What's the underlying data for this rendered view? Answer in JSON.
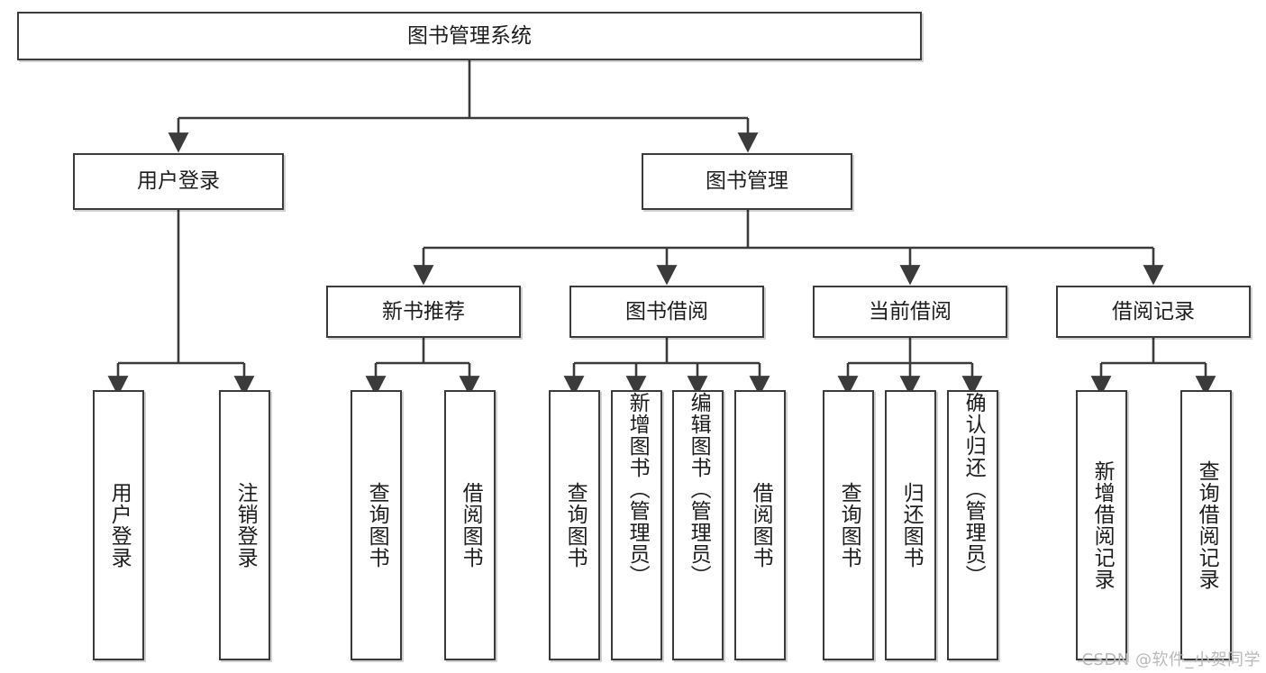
{
  "diagram": {
    "title": "图书管理系统",
    "type": "tree",
    "watermark": "CSDN @软件_小贺同学",
    "colors": {
      "box_border": "#3b3b3b",
      "box_fill": "#ffffff",
      "connector": "#3b3b3b",
      "text": "#1d1d1d",
      "watermark": "#b9b9b9"
    },
    "levels": {
      "root": {
        "label": "图书管理系统"
      },
      "level2": [
        {
          "id": "user-login",
          "label": "用户登录"
        },
        {
          "id": "book-management",
          "label": "图书管理"
        }
      ],
      "level3": [
        {
          "id": "new-book-recommend",
          "label": "新书推荐",
          "parent": "book-management"
        },
        {
          "id": "book-borrow",
          "label": "图书借阅",
          "parent": "book-management"
        },
        {
          "id": "current-borrow",
          "label": "当前借阅",
          "parent": "book-management"
        },
        {
          "id": "borrow-record",
          "label": "借阅记录",
          "parent": "book-management"
        }
      ],
      "leaves": [
        {
          "id": "leaf-user-login",
          "label": "用户登录",
          "parent": "user-login"
        },
        {
          "id": "leaf-user-logout",
          "label": "注销登录",
          "parent": "user-login"
        },
        {
          "id": "leaf-query-book-1",
          "label": "查询图书",
          "parent": "new-book-recommend"
        },
        {
          "id": "leaf-borrow-book-1",
          "label": "借阅图书",
          "parent": "new-book-recommend"
        },
        {
          "id": "leaf-query-book-2",
          "label": "查询图书",
          "parent": "book-borrow"
        },
        {
          "id": "leaf-add-book",
          "label": "新增图书（管理员）",
          "parent": "book-borrow"
        },
        {
          "id": "leaf-edit-book",
          "label": "编辑图书（管理员）",
          "parent": "book-borrow"
        },
        {
          "id": "leaf-borrow-book-2",
          "label": "借阅图书",
          "parent": "book-borrow"
        },
        {
          "id": "leaf-query-book-3",
          "label": "查询图书",
          "parent": "current-borrow"
        },
        {
          "id": "leaf-return-book",
          "label": "归还图书",
          "parent": "current-borrow"
        },
        {
          "id": "leaf-confirm-return",
          "label": "确认归还（管理员）",
          "parent": "current-borrow"
        },
        {
          "id": "leaf-add-record",
          "label": "新增借阅记录",
          "parent": "borrow-record"
        },
        {
          "id": "leaf-query-record",
          "label": "查询借阅记录",
          "parent": "borrow-record"
        }
      ]
    }
  }
}
